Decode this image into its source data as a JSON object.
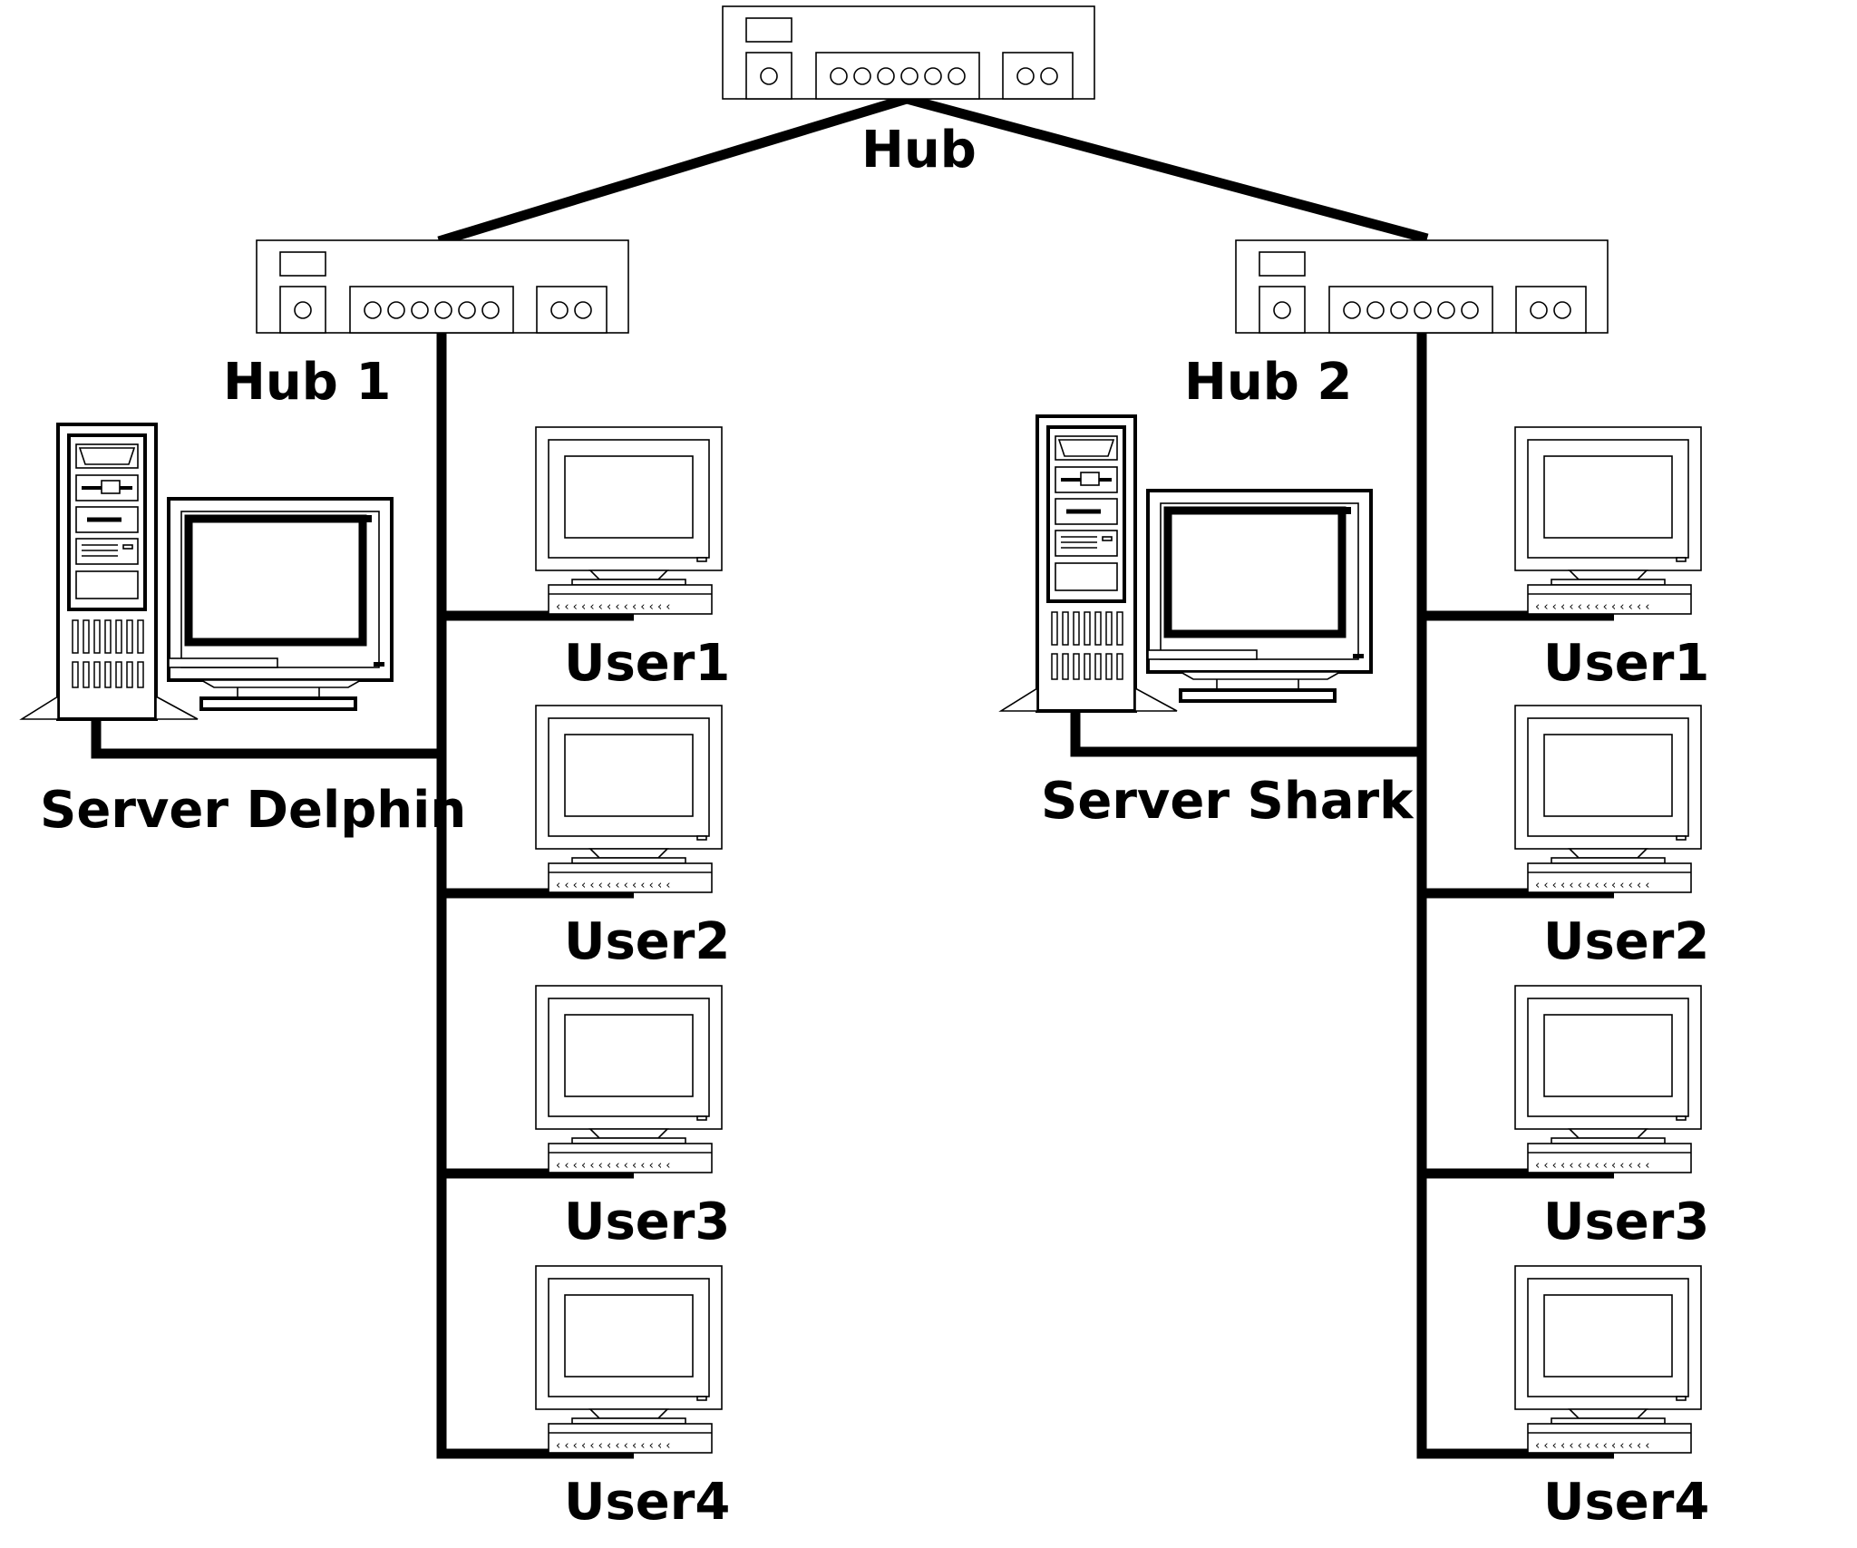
{
  "hubs": {
    "top": {
      "label": "Hub"
    },
    "left": {
      "label": "Hub 1"
    },
    "right": {
      "label": "Hub 2"
    }
  },
  "servers": {
    "left": {
      "label": "Server Delphin"
    },
    "right": {
      "label": "Server Shark"
    }
  },
  "users": {
    "left": [
      {
        "label": "User1"
      },
      {
        "label": "User2"
      },
      {
        "label": "User3"
      },
      {
        "label": "User4"
      }
    ],
    "right": [
      {
        "label": "User1"
      },
      {
        "label": "User2"
      },
      {
        "label": "User3"
      },
      {
        "label": "User4"
      }
    ]
  },
  "colors": {
    "line": "#000000",
    "background": "#ffffff"
  }
}
